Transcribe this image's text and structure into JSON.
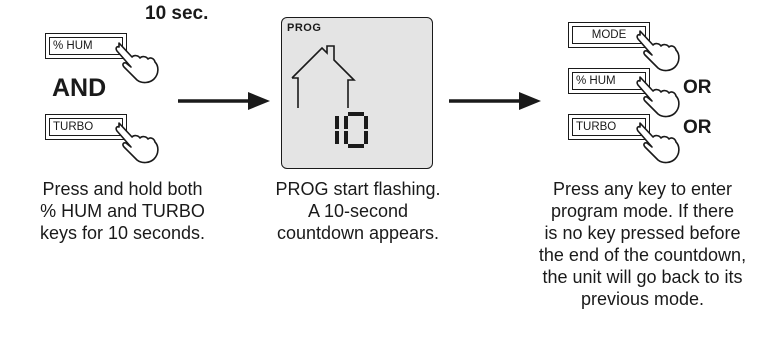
{
  "step1": {
    "timer_label": "10 sec.",
    "key_hum": "% HUM",
    "and_label": "AND",
    "key_turbo": "TURBO",
    "caption": [
      "Press and hold both",
      "% HUM and TURBO",
      "keys for 10 seconds."
    ]
  },
  "step2": {
    "lcd_prog": "PROG",
    "lcd_digits": "10",
    "caption": [
      "PROG start flashing.",
      "A 10-second",
      "countdown appears."
    ]
  },
  "step3": {
    "key_mode": "MODE",
    "key_hum": "% HUM",
    "key_turbo": "TURBO",
    "or_label_1": "OR",
    "or_label_2": "OR",
    "caption": [
      "Press any key to enter",
      "program mode. If there",
      "is no key pressed before",
      "the end of the countdown,",
      "the unit will go back to its",
      "previous mode."
    ]
  },
  "icons": [
    "pressing-hand-icon",
    "right-arrow-icon",
    "house-icon",
    "seven-segment-digits"
  ]
}
